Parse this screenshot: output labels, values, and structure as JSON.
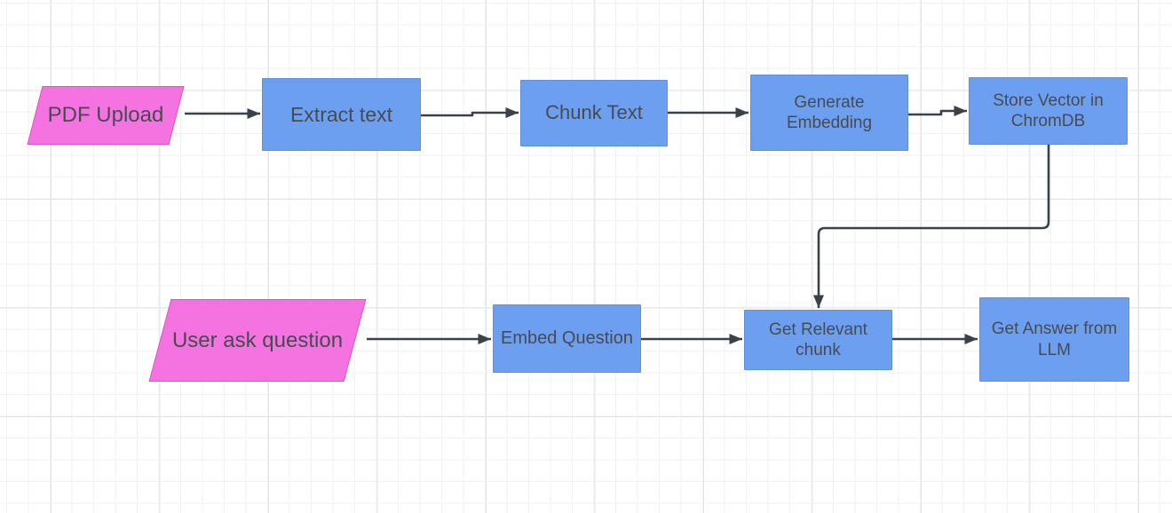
{
  "diagram": {
    "nodes": {
      "pdf_upload": {
        "label": "PDF Upload",
        "shape": "parallelogram"
      },
      "extract_text": {
        "label": "Extract text",
        "shape": "process"
      },
      "chunk_text": {
        "label": "Chunk Text",
        "shape": "process"
      },
      "generate_embedding": {
        "label": "Generate\nEmbedding",
        "shape": "process"
      },
      "store_vector": {
        "label": "Store Vector in\nChromDB",
        "shape": "process"
      },
      "user_ask_question": {
        "label": "User ask question",
        "shape": "parallelogram"
      },
      "embed_question": {
        "label": "Embed Question",
        "shape": "process"
      },
      "get_relevant_chunk": {
        "label": "Get Relevant\nchunk",
        "shape": "process"
      },
      "get_answer_llm": {
        "label": "Get Answer from\nLLM",
        "shape": "process"
      }
    },
    "edges": [
      {
        "from": "pdf_upload",
        "to": "extract_text"
      },
      {
        "from": "extract_text",
        "to": "chunk_text"
      },
      {
        "from": "chunk_text",
        "to": "generate_embedding"
      },
      {
        "from": "generate_embedding",
        "to": "store_vector"
      },
      {
        "from": "store_vector",
        "to": "get_relevant_chunk"
      },
      {
        "from": "user_ask_question",
        "to": "embed_question"
      },
      {
        "from": "embed_question",
        "to": "get_relevant_chunk"
      },
      {
        "from": "get_relevant_chunk",
        "to": "get_answer_llm"
      }
    ],
    "colors": {
      "process_fill": "#6D9FF1",
      "process_stroke": "#5E90DC",
      "io_fill": "#F573E0",
      "io_stroke": "#DA54C8",
      "edge": "#3A4149",
      "text": "#464B52",
      "grid_minor": "#F2F2F4",
      "grid_major": "#E4E4E7",
      "canvas_bg": "#FFFFFF"
    }
  }
}
